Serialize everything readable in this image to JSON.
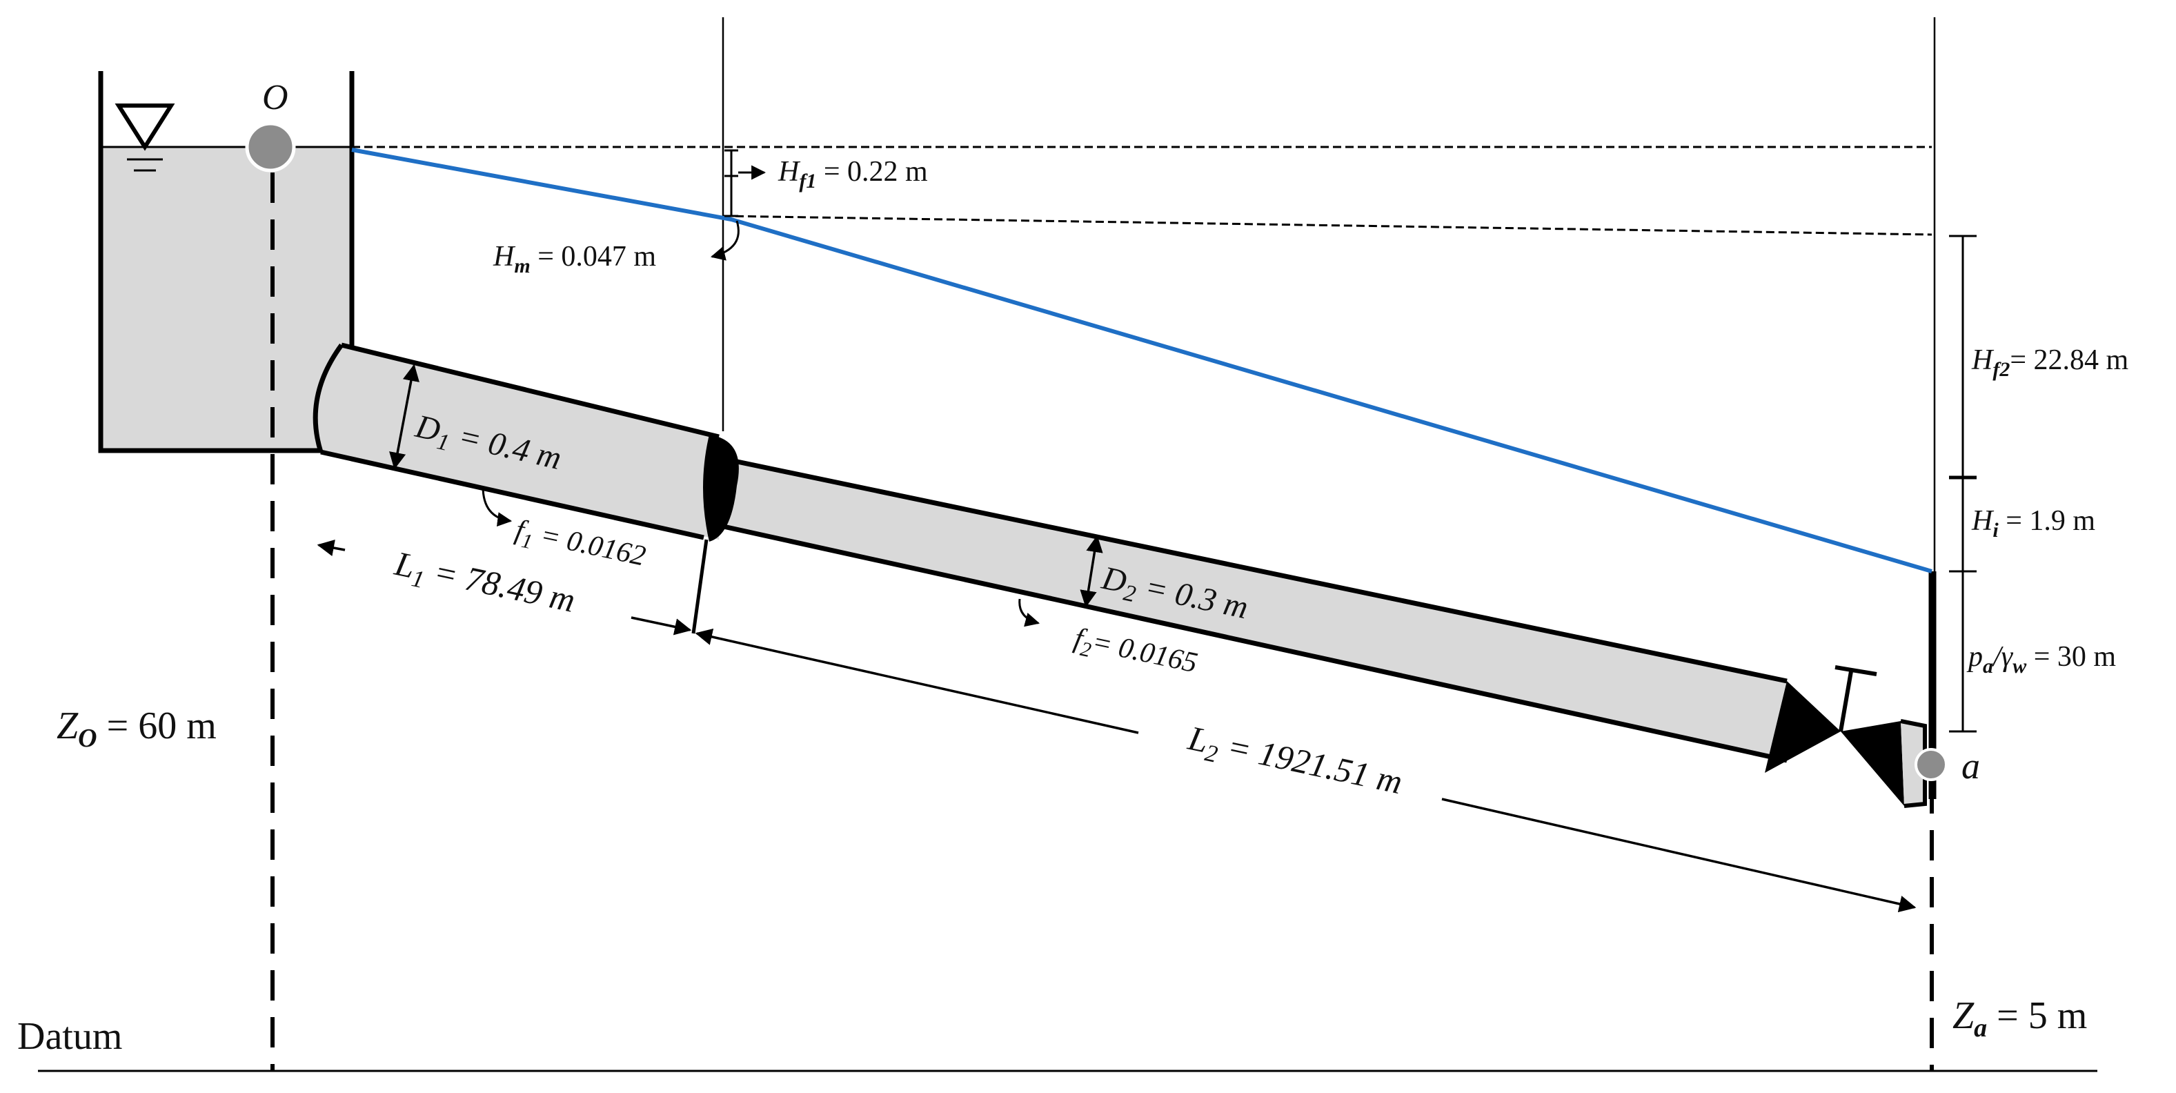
{
  "labels": {
    "point_o": "O",
    "point_a": "a",
    "datum": "Datum",
    "z_o": {
      "sym": "Z",
      "sub": "O",
      "value": " = 60 m"
    },
    "z_a": {
      "sym": "Z",
      "sub": "a",
      "value": " = 5 m"
    },
    "hf1": {
      "sym": "H",
      "sub": "f1",
      "value": " = 0.22 m"
    },
    "hm": {
      "sym": "H",
      "sub": "m",
      "value": " = 0.047 m"
    },
    "hf2": {
      "sym": "H",
      "sub": "f2",
      "value": "= 22.84 m"
    },
    "hi": {
      "sym": "H",
      "sub": "i",
      "value": "  = 1.9 m"
    },
    "pa": {
      "sym": "p",
      "sub": "a",
      "slash": "/",
      "sym2": "γ",
      "sub2": "w",
      "value": " = 30 m"
    },
    "d1": {
      "sym": "D",
      "sub": "1",
      "value": " = 0.4 m"
    },
    "d2": {
      "sym": "D",
      "sub": "2",
      "value": " = 0.3 m"
    },
    "f1": {
      "sym": "f",
      "sub": "1",
      "value": " = 0.0162"
    },
    "f2": {
      "sym": "f",
      "sub": "2",
      "value": "= 0.0165"
    },
    "l1": {
      "sym": "L",
      "sub": "1",
      "value": " = 78.49 m"
    },
    "l2": {
      "sym": "L",
      "sub": "2",
      "value": " = 1921.51 m"
    }
  },
  "colors": {
    "energy_line": "#1f6fc5",
    "water": "#d9d9d9",
    "pipe": "#d9d9d9",
    "ink": "#000000",
    "node": "#8c8c8c"
  }
}
